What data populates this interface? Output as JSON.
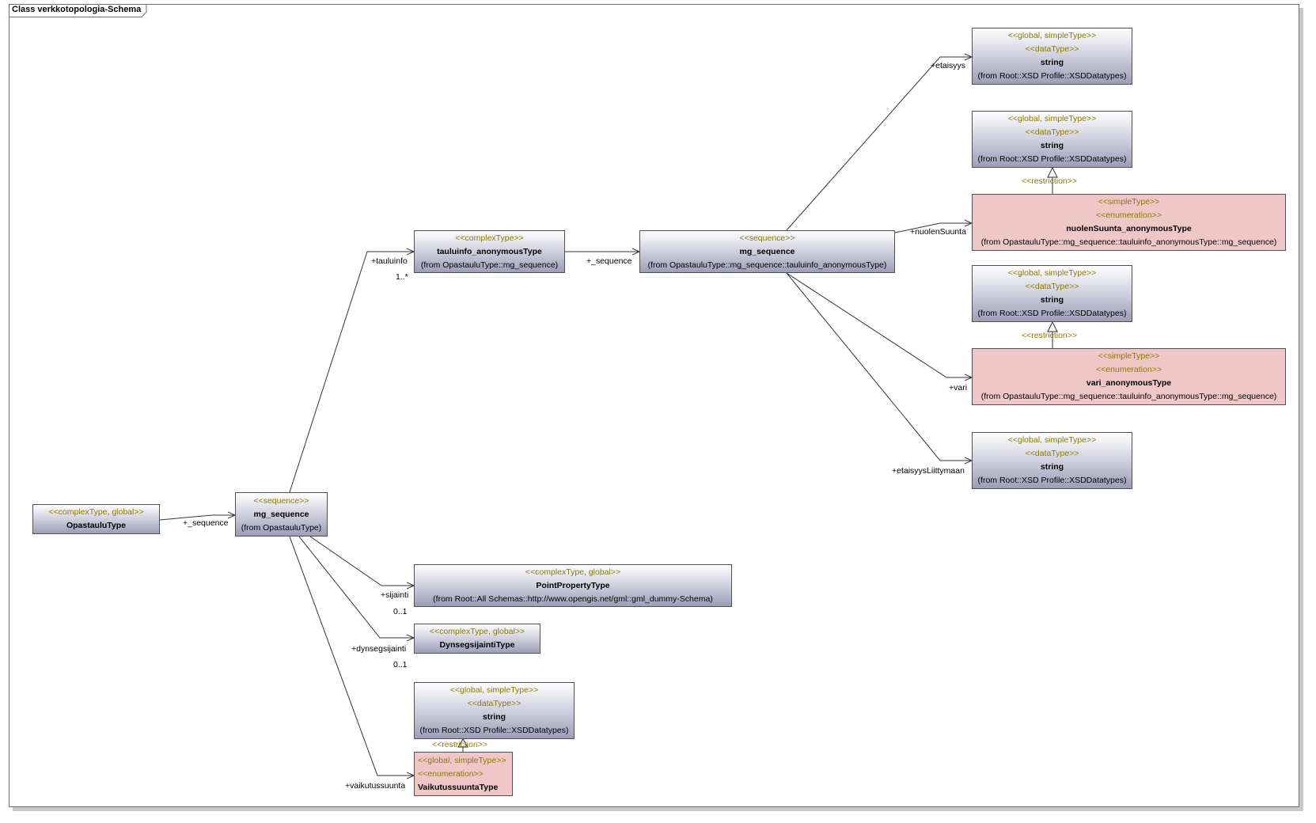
{
  "frame": {
    "title": "Class verkkotopologia-Schema"
  },
  "boxes": {
    "opastaulu": {
      "stereo": "<<complexType, global>>",
      "name": "OpastauluType"
    },
    "mgseq1": {
      "stereo": "<<sequence>>",
      "name": "mg_sequence",
      "from": "(from OpastauluType)"
    },
    "tauluinfo": {
      "stereo": "<<complexType>>",
      "name": "tauluinfo_anonymousType",
      "from": "(from OpastauluType::mg_sequence)"
    },
    "mgseq2": {
      "stereo": "<<sequence>>",
      "name": "mg_sequence",
      "from": "(from OpastauluType::mg_sequence::tauluinfo_anonymousType)"
    },
    "string1": {
      "stereo1": "<<global, simpleType>>",
      "stereo2": "<<dataType>>",
      "name": "string",
      "from": "(from Root::XSD Profile::XSDDatatypes)"
    },
    "string2": {
      "stereo1": "<<global, simpleType>>",
      "stereo2": "<<dataType>>",
      "name": "string",
      "from": "(from Root::XSD Profile::XSDDatatypes)"
    },
    "nuolen": {
      "stereo1": "<<simpleType>>",
      "stereo2": "<<enumeration>>",
      "name": "nuolenSuunta_anonymousType",
      "from": "(from OpastauluType::mg_sequence::tauluinfo_anonymousType::mg_sequence)"
    },
    "string3": {
      "stereo1": "<<global, simpleType>>",
      "stereo2": "<<dataType>>",
      "name": "string",
      "from": "(from Root::XSD Profile::XSDDatatypes)"
    },
    "vari": {
      "stereo1": "<<simpleType>>",
      "stereo2": "<<enumeration>>",
      "name": "vari_anonymousType",
      "from": "(from OpastauluType::mg_sequence::tauluinfo_anonymousType::mg_sequence)"
    },
    "string4": {
      "stereo1": "<<global, simpleType>>",
      "stereo2": "<<dataType>>",
      "name": "string",
      "from": "(from Root::XSD Profile::XSDDatatypes)"
    },
    "point": {
      "stereo": "<<complexType, global>>",
      "name": "PointPropertyType",
      "from": "(from Root::All Schemas::http://www.opengis.net/gml::gml_dummy-Schema)"
    },
    "dynseg": {
      "stereo": "<<complexType, global>>",
      "name": "DynsegsijaintiType"
    },
    "string5": {
      "stereo1": "<<global, simpleType>>",
      "stereo2": "<<dataType>>",
      "name": "string",
      "from": "(from Root::XSD Profile::XSDDatatypes)"
    },
    "vaikutus": {
      "stereo1": "<<global, simpleType>>",
      "stereo2": "<<enumeration>>",
      "name": "VaikutussuuntaType"
    }
  },
  "roles": {
    "seq1": "+_sequence",
    "tauluinfo": "+tauluinfo",
    "seq2": "+_sequence",
    "etaisyys": "+etaisyys",
    "nuolenSuunta": "+nuolenSuunta",
    "vari": "+vari",
    "etaisyysLiittymaan": "+etaisyysLiittymaan",
    "sijainti": "+sijainti",
    "dynsegsijainti": "+dynsegsijainti",
    "vaikutussuunta": "+vaikutussuunta"
  },
  "multiplicities": {
    "tauluinfo": "1..*",
    "sijainti": "0..1",
    "dynsegsijainti": "0..1"
  },
  "restrictions": {
    "r1": "<<restriction>>",
    "r2": "<<restriction>>",
    "r3": "<<restriction>>"
  }
}
